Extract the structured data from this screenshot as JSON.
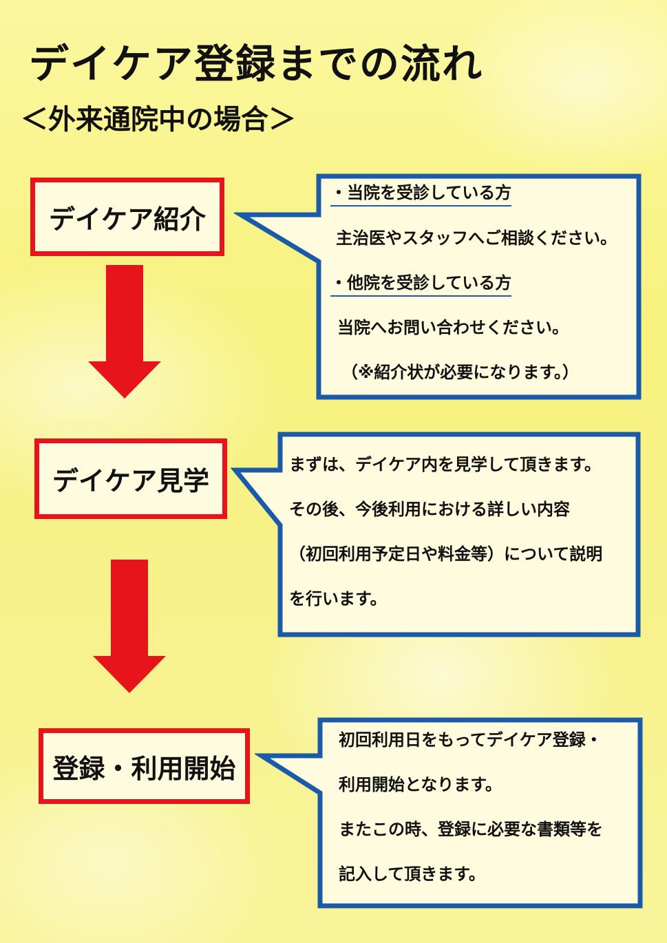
{
  "header": {
    "title": "デイケア登録までの流れ",
    "subtitle": "＜外来通院中の場合＞"
  },
  "steps": [
    {
      "label": "デイケア紹介"
    },
    {
      "label": "デイケア見学"
    },
    {
      "label": "登録・利用開始"
    }
  ],
  "callouts": {
    "intro": {
      "heading1": "・当院を受診している方",
      "line1": "主治医やスタッフへご相談ください。",
      "heading2": "・他院を受診している方",
      "line2": "当院へお問い合わせください。",
      "line3": "（※紹介状が必要になります。）"
    },
    "visit": {
      "line1": "まずは、デイケア内を見学して頂きます。",
      "line2": "その後、今後利用における詳しい内容",
      "line3": "（初回利用予定日や料金等）について説明",
      "line4": "を行います。"
    },
    "register": {
      "line1": "初回利用日をもってデイケア登録・",
      "line2": "利用開始となります。",
      "line3": "またこの時、登録に必要な書類等を",
      "line4": "記入して頂きます。"
    }
  },
  "colors": {
    "step_border": "#e8141b",
    "arrow": "#e8141b",
    "callout_border": "#1a5aa8",
    "callout_fill": "#fffbdf"
  }
}
